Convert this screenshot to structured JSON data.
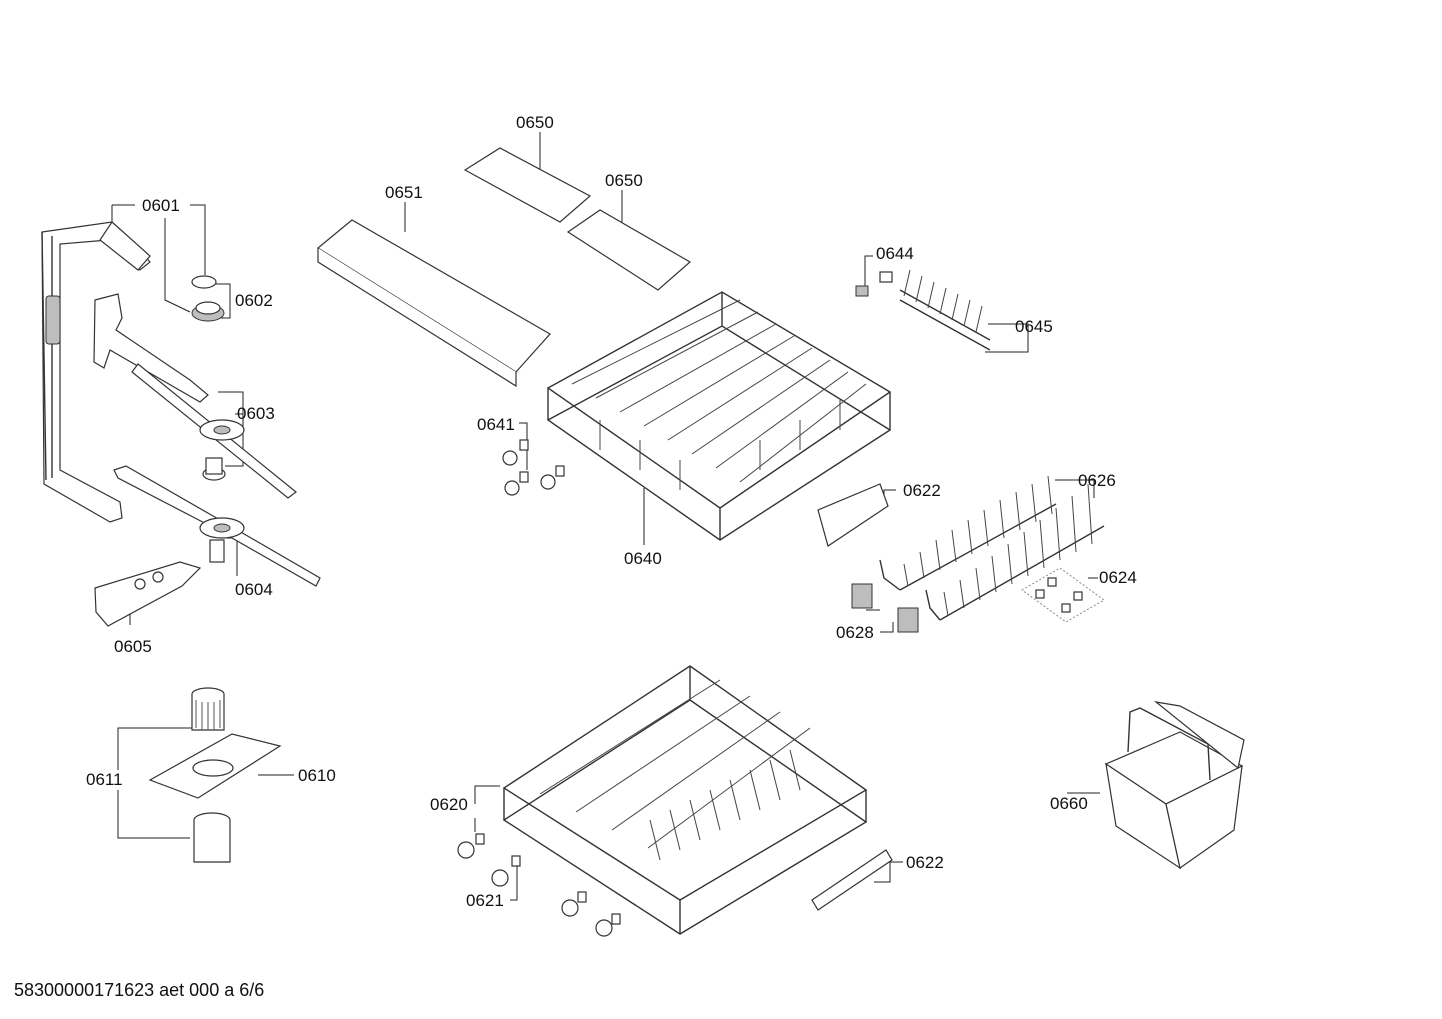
{
  "footer": "58300000171623 aet 000 a 6/6",
  "callouts": [
    {
      "id": "c0601",
      "label": "0601"
    },
    {
      "id": "c0602",
      "label": "0602"
    },
    {
      "id": "c0603",
      "label": "0603"
    },
    {
      "id": "c0604",
      "label": "0604"
    },
    {
      "id": "c0605",
      "label": "0605"
    },
    {
      "id": "c0610",
      "label": "0610"
    },
    {
      "id": "c0611",
      "label": "0611"
    },
    {
      "id": "c0620",
      "label": "0620"
    },
    {
      "id": "c0621",
      "label": "0621"
    },
    {
      "id": "c0622a",
      "label": "0622"
    },
    {
      "id": "c0622b",
      "label": "0622"
    },
    {
      "id": "c0624",
      "label": "0624"
    },
    {
      "id": "c0626",
      "label": "0626"
    },
    {
      "id": "c0628",
      "label": "0628"
    },
    {
      "id": "c0640",
      "label": "0640"
    },
    {
      "id": "c0641",
      "label": "0641"
    },
    {
      "id": "c0644",
      "label": "0644"
    },
    {
      "id": "c0645",
      "label": "0645"
    },
    {
      "id": "c0650a",
      "label": "0650"
    },
    {
      "id": "c0650b",
      "label": "0650"
    },
    {
      "id": "c0651",
      "label": "0651"
    },
    {
      "id": "c0660",
      "label": "0660"
    }
  ]
}
